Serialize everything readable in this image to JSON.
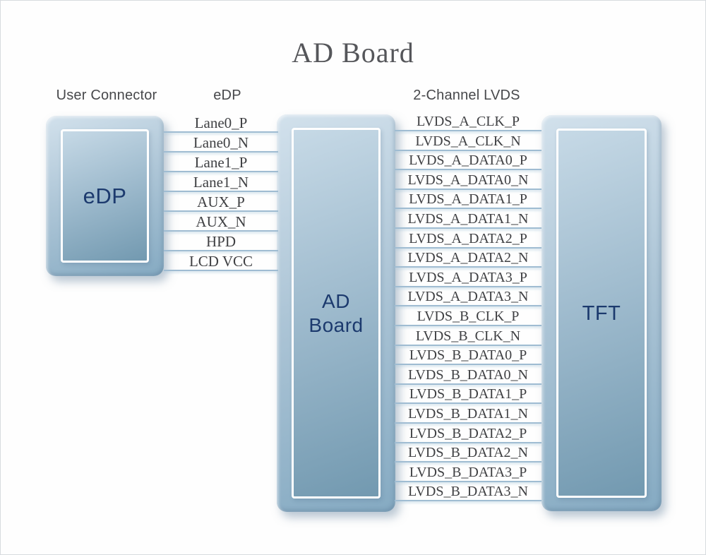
{
  "page": {
    "title": "AD Board"
  },
  "columns": {
    "user_connector": "User Connector",
    "edp": "eDP",
    "lvds": "2-Channel LVDS"
  },
  "blocks": {
    "edp": {
      "label": "eDP"
    },
    "ad_board": {
      "line1": "AD",
      "line2": "Board"
    },
    "tft": {
      "label": "TFT"
    }
  },
  "edp_signals": [
    "Lane0_P",
    "Lane0_N",
    "Lane1_P",
    "Lane1_N",
    "AUX_P",
    "AUX_N",
    "HPD",
    "LCD VCC"
  ],
  "lvds_signals": [
    "LVDS_A_CLK_P",
    "LVDS_A_CLK_N",
    "LVDS_A_DATA0_P",
    "LVDS_A_DATA0_N",
    "LVDS_A_DATA1_P",
    "LVDS_A_DATA1_N",
    "LVDS_A_DATA2_P",
    "LVDS_A_DATA2_N",
    "LVDS_A_DATA3_P",
    "LVDS_A_DATA3_N",
    "LVDS_B_CLK_P",
    "LVDS_B_CLK_N",
    "LVDS_B_DATA0_P",
    "LVDS_B_DATA0_N",
    "LVDS_B_DATA1_P",
    "LVDS_B_DATA1_N",
    "LVDS_B_DATA2_P",
    "LVDS_B_DATA2_N",
    "LVDS_B_DATA3_P",
    "LVDS_B_DATA3_N"
  ],
  "colors": {
    "line_color": "#9fbcd2",
    "navy": "#1c3a6e",
    "label_gray": "#3f4043",
    "header_gray": "#47484b",
    "title_gray": "#55565a",
    "block_light": "#d2e1ec",
    "block_dark": "#7299b0"
  }
}
